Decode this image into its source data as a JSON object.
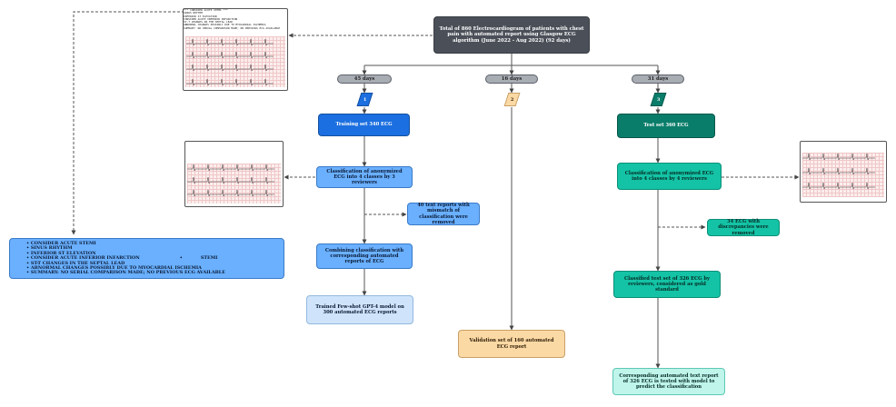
{
  "top_box": {
    "text": "Total of 860 Electrocardiogram of patients with chest pain with automated report using Glasgow ECG algorithm (June 2022 - Aug 2022) (92 days)"
  },
  "branches": [
    {
      "days": "45 days",
      "num": "1",
      "set_label": "Training set 340 ECG",
      "classify": "Classification of anonymized ECG into 4 classes by 3 reviewers",
      "removed": "40 text reports with mismatch of classification were removed",
      "combine": "Combining classification with corresponding automated reports of ECG",
      "model": "Trained Few-shot GPT-4 model on 300 automated ECG reports"
    },
    {
      "days": "16 days",
      "num": "2",
      "validation": "Validation set of 160 automated ECG report"
    },
    {
      "days": "31 days",
      "num": "3",
      "set_label": "Test set 360 ECG",
      "classify": "Classification of anonymized ECG into 4 classes by 4 reviewers",
      "removed": "34 ECG with discrepancies were removed",
      "classified": "Classified test set of 326 ECG by reviewers, considered as gold standard",
      "tested": "Corresponding automated text report of 326 ECG is tested with model to predict the classification"
    }
  ],
  "report_lines": [
    "CONSIDER ACUTE STEMI",
    "SINUS RHYTHM",
    "INFERIOR ST ELEVATION",
    "CONSIDER ACUTE INFERIOR INFARCTION",
    "ST-T CHANGES IN THE SEPTAL LEAD",
    "ABNORMAL CHANGES POSSIBLY DUE TO MYOCARDIAL ISCHEMIA",
    "SUMMARY: NO SERIAL COMPARISON MADE; NO PREVIOUS ECG AVAILABLE"
  ],
  "report_stemi": "STEMI",
  "ecg_text_lines": [
    "*** CONSIDER ACUTE STEMI ***",
    "SINUS RHYTHM",
    "INFERIOR ST ELEVATION",
    "CONSIDER ACUTE INFERIOR INFARCTION",
    "ST-T CHANGES IN THE SEPTAL LEAD",
    "ABNORMAL CHANGES POSSIBLY DUE TO MYOCARDIAL ISCHEMIA",
    "SUMMARY: NO SERIAL COMPARISON MADE; NO PREVIOUS ECG AVAILABLE"
  ],
  "colors": {
    "dark": "#4a4f58",
    "blue": "#1b6fe0",
    "teal": "#0a7d6a",
    "orange": "#fbd9a4",
    "connector": "#555555"
  }
}
